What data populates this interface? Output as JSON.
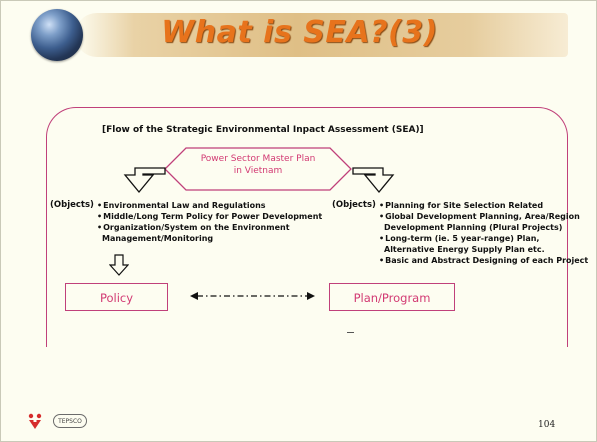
{
  "slide": {
    "title": "What is SEA?(3)",
    "flow_heading": "[Flow of the Strategic Environmental Inpact Assessment (SEA)]",
    "master_plan": {
      "line1": "Power Sector Master Plan",
      "line2": "in Vietnam"
    },
    "left": {
      "objects_label": "(Objects)",
      "items": [
        "Environmental Law and Regulations",
        "Middle/Long Term Policy for Power Development",
        "Organization/System on the Environment",
        "Management/Monitoring"
      ],
      "box_label": "Policy"
    },
    "right": {
      "objects_label": "(Objects)",
      "items": [
        "Planning for Site Selection Related",
        "Global Development Planning, Area/Region",
        "Development Planning (Plural Projects)",
        "Long-term (ie. 5 year-range) Plan,",
        "Alternative Energy Supply Plan etc.",
        "Basic and Abstract Designing of each Project"
      ],
      "box_label": "Plan/Program"
    },
    "footer": {
      "logo_text": "TEPSCO",
      "page_number": "104"
    },
    "colors": {
      "title": "#e7731c",
      "accent": "#c0407a",
      "box_text": "#d23a73"
    }
  }
}
